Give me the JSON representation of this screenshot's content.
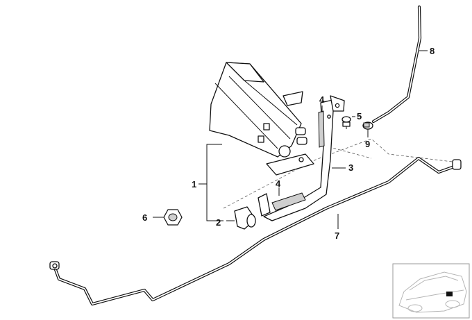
{
  "callouts": {
    "c1": "1",
    "c2": "2",
    "c3": "3",
    "c4a": "4",
    "c4b": "4",
    "c5": "5",
    "c6": "6",
    "c7": "7",
    "c8": "8",
    "c9": "9"
  },
  "colors": {
    "line": "#111111",
    "shade": "#cfcfcf",
    "thumbnail": "#b5b5b5"
  },
  "icons": {
    "thumbnail_marker": "filled-square"
  }
}
